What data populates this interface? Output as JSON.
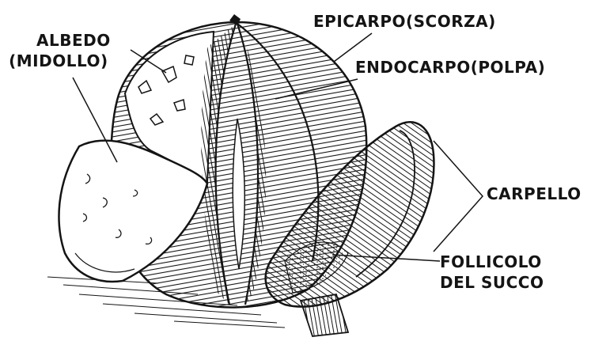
{
  "labels": {
    "epicarpo": "EPICARPO(SCORZA)",
    "endocarpo": "ENDOCARPO(POLPA)",
    "albedo_line1": "ALBEDO",
    "albedo_line2": "(MIDOLLO)",
    "carpello": "CARPELLO",
    "follicolo_line1": "FOLLICOLO",
    "follicolo_line2": "DEL SUCCO"
  },
  "colors": {
    "ink": "#141414",
    "background": "#ffffff"
  }
}
